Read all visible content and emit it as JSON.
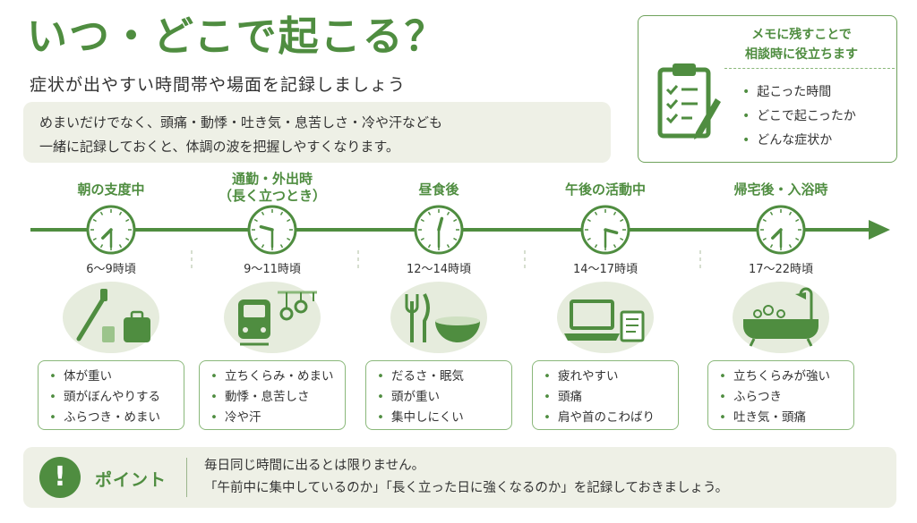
{
  "header": {
    "title": "いつ・どこで起こる？",
    "subtitle": "症状が出やすい時間帯や場面を記録しましょう"
  },
  "intro": {
    "line1": "めまいだけでなく、頭痛・動悸・吐き気・息苦しさ・冷や汗なども",
    "line2": "一緒に記録しておくと、体調の波を把握しやすくなります。"
  },
  "memo": {
    "title_line1": "メモに残すことで",
    "title_line2": "相談時に役立ちます",
    "items": [
      "起こった時間",
      "どこで起こったか",
      "どんな症状か"
    ],
    "icon": "clipboard-checklist-icon"
  },
  "timeline": [
    {
      "label_lines": [
        "朝の支度中"
      ],
      "time": "6〜9時頃",
      "clock_hour": 7.5,
      "scene_icons": [
        "toothbrush-icon",
        "cup-icon",
        "bag-icon"
      ],
      "symptoms": [
        "体が重い",
        "頭がぼんやりする",
        "ふらつき・めまい"
      ]
    },
    {
      "label_lines": [
        "通勤・外出時",
        "（長く立つとき）"
      ],
      "time": "9〜11時頃",
      "clock_hour": 9.5,
      "scene_icons": [
        "train-icon",
        "hand-strap-icon"
      ],
      "symptoms": [
        "立ちくらみ・めまい",
        "動悸・息苦しさ",
        "冷や汗"
      ]
    },
    {
      "label_lines": [
        "昼食後"
      ],
      "time": "12〜14時頃",
      "clock_hour": 12.5,
      "scene_icons": [
        "fork-knife-icon",
        "bowl-icon"
      ],
      "symptoms": [
        "だるさ・眠気",
        "頭が重い",
        "集中しにくい"
      ]
    },
    {
      "label_lines": [
        "午後の活動中"
      ],
      "time": "14〜17時頃",
      "clock_hour": 15.5,
      "scene_icons": [
        "laptop-icon",
        "document-icon"
      ],
      "symptoms": [
        "疲れやすい",
        "頭痛",
        "肩や首のこわばり"
      ]
    },
    {
      "label_lines": [
        "帰宅後・入浴時"
      ],
      "time": "17〜22時頃",
      "clock_hour": 19.5,
      "scene_icons": [
        "bathtub-icon",
        "shower-icon"
      ],
      "symptoms": [
        "立ちくらみが強い",
        "ふらつき",
        "吐き気・頭痛"
      ]
    }
  ],
  "point": {
    "icon": "exclamation-icon",
    "label": "ポイント",
    "line1": "毎日同じ時間に出るとは限りません。",
    "line2": "「午前中に集中しているのか」「長く立った日に強くなるのか」を記録しておきましょう。"
  },
  "colors": {
    "accent": "#4f8d40",
    "light_bg": "#eef0e6",
    "circle_bg": "#e6ecdd",
    "border": "#8ab87a"
  }
}
